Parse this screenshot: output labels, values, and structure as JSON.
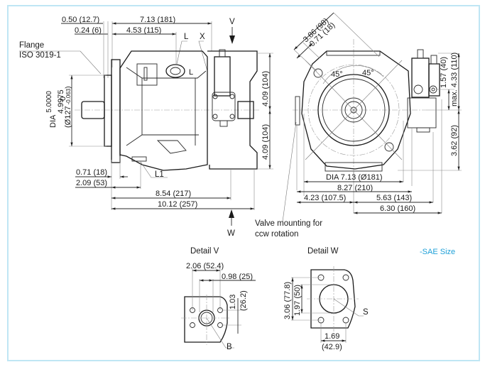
{
  "colors": {
    "frame_border": "#bfe6f4",
    "line": "#2a2a2a",
    "text": "#1a1a1a",
    "sae_note": "#1ea0d8"
  },
  "side_view": {
    "flange_label_line1": "Flange",
    "flange_label_line2": "ISO 3019-1",
    "dims": {
      "d_0_50": "0.50 (12.7)",
      "d_0_24": "0.24 (6)",
      "d_7_13": "7.13 (181)",
      "d_4_53": "4.53 (115)",
      "d_dia_prefix": "DIA",
      "d_dia_upper": "5.0000",
      "d_dia_lower": "4.9975",
      "d_dia_metric": "(Ø127",
      "d_dia_tol_upper": "0",
      "d_dia_tol_lower": "-0.063",
      "d_dia_close": ")",
      "d_4_09_top": "4.09 (104)",
      "d_4_09_bottom": "4.09 (104)",
      "d_0_71": "0.71 (18)",
      "d_2_09": "2.09 (53)",
      "d_8_54": "8.54 (217)",
      "d_10_12": "10.12 (257)"
    },
    "port_labels": {
      "L": "L",
      "X": "X",
      "L_body": "L",
      "L1": "L1"
    },
    "view_arrows": {
      "V": "V",
      "W": "W"
    }
  },
  "front_view": {
    "dims": {
      "d_3_86": "3.86 (98)",
      "d_0_71": "0.71 (18)",
      "angle_left": "45°",
      "angle_right": "45°",
      "d_1_57": "1.57 (40)",
      "d_max_4_33": "max. 4.33 (110)",
      "d_3_62": "3.62 (92)",
      "d_dia_7_13": "DIA 7.13 (Ø181)",
      "d_8_27": "8.27 (210)",
      "d_4_23": "4.23 (107.5)",
      "d_5_63": "5.63 (143)",
      "d_6_30": "6.30 (160)"
    },
    "note_line1": "Valve mounting for",
    "note_line2": "ccw rotation"
  },
  "detail_v": {
    "title": "Detail V",
    "d_2_06": "2.06 (52.4)",
    "d_0_98": "0.98 (25)",
    "d_1_03": "1.03",
    "d_26_2": "(26.2)",
    "port": "B"
  },
  "detail_w": {
    "title": "Detail W",
    "d_3_06": "3.06 (77.8)",
    "d_1_97": "1.97 (50)",
    "d_1_69": "1.69",
    "d_42_9": "(42.9)",
    "port": "S"
  },
  "sae_note": "-SAE Size"
}
